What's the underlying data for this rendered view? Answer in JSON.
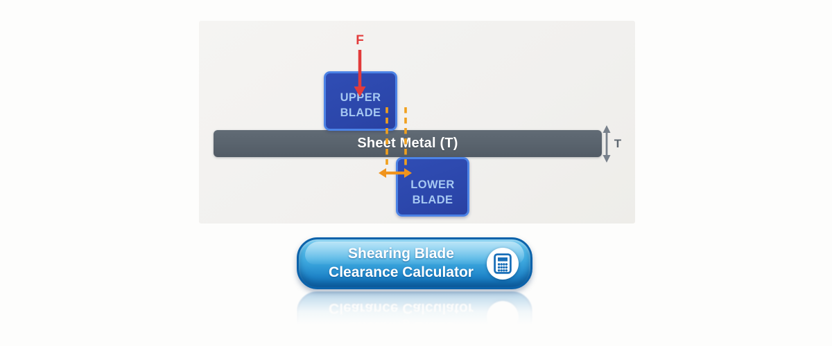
{
  "diagram": {
    "force_label": "F",
    "upper_blade_label": "UPPER BLADE",
    "lower_blade_label": "LOWER BLADE",
    "sheet_metal_label": "Sheet Metal (T)",
    "thickness_label": "T",
    "colors": {
      "blade_fill": "#2b46aa",
      "blade_border": "#4c83e6",
      "blade_text": "#a6c8f2",
      "sheet_metal_fill": "#59636d",
      "force_arrow_red": "#e23b3b",
      "clearance_orange": "#f0941d",
      "dimension_gray": "#78818b",
      "panel_background": "#f1f0ee"
    }
  },
  "cta_button": {
    "label_line1": "Shearing Blade",
    "label_line2": "Clearance Calculator",
    "icon": "calculator-icon",
    "colors": {
      "gradient_top": "#6ac8f0",
      "gradient_bottom": "#1070b7",
      "border": "#0b62aa",
      "text": "#ffffff"
    }
  }
}
